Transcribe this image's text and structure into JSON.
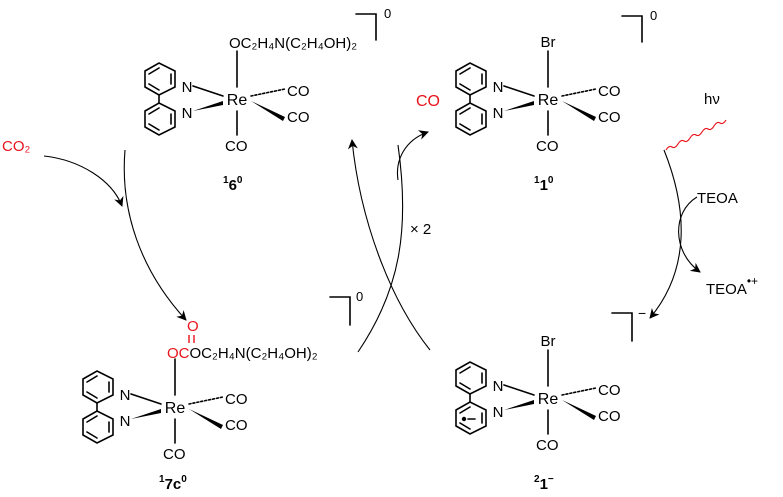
{
  "diagram_title": "",
  "colors": {
    "highlight": "#e8141b",
    "ink": "#000000",
    "light": "#e8141b"
  },
  "charges": {
    "neutral": "0",
    "anion": "−"
  },
  "complexes": {
    "c11": {
      "axial_top": "Br",
      "metal": "Re",
      "co": "CO",
      "n": "N",
      "label_pre": "1",
      "label_main": "1",
      "label_sup": "0"
    },
    "c21": {
      "axial_top": "Br",
      "metal": "Re",
      "co": "CO",
      "n": "N",
      "label_pre": "2",
      "label_main": "1",
      "label_sup": "−"
    },
    "c16": {
      "axial_top": "OC₂H₄N(C₂H₄OH)₂",
      "metal": "Re",
      "co": "CO",
      "n": "N",
      "label_pre": "1",
      "label_main": "6",
      "label_sup": "0"
    },
    "c17c": {
      "carbonyl_o": "O",
      "carbonate_oc": "OC",
      "axial_rest": "OC₂H₄N(C₂H₄OH)₂",
      "metal": "Re",
      "co": "CO",
      "n": "N",
      "label_pre": "1",
      "label_main": "7c",
      "label_sup": "0"
    }
  },
  "reagents": {
    "light": "hν",
    "teoa": "TEOA",
    "teoa_radical_cation": "TEOA",
    "teoa_radical_mark": "•+",
    "co2": "CO₂",
    "co_released": "CO",
    "multiplier": "× 2"
  }
}
